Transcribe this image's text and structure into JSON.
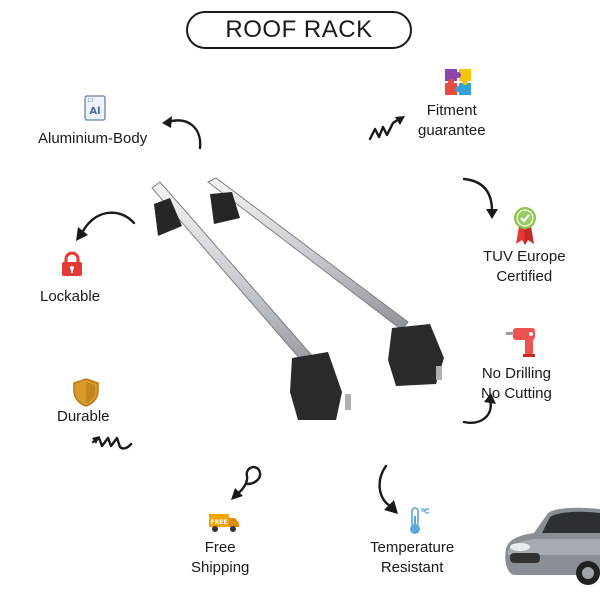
{
  "title": "ROOF RACK",
  "features": {
    "aluminium": "Aluminium-Body",
    "aluminium_icon_text": "Al",
    "aluminium_icon_num": "13",
    "lockable": "Lockable",
    "durable": "Durable",
    "fitment_line1": "Fitment",
    "fitment_line2": "guarantee",
    "tuv_line1": "TUV Europe",
    "tuv_line2": "Certified",
    "drilling_line1": "No Drilling",
    "drilling_line2": "No Cutting",
    "shipping_line1": "Free",
    "shipping_line2": "Shipping",
    "shipping_icon_text": "FREE",
    "temperature_line1": "Temperature",
    "temperature_line2": "Resistant"
  },
  "colors": {
    "lock": "#e53935",
    "shield": "#d99a2b",
    "badge": "#8bc34a",
    "drill": "#ef5350",
    "truck": "#f4a300",
    "thermometer": "#5aa9d6",
    "bar": "#c9ccd0"
  },
  "icons": [
    "aluminium-element-icon",
    "padlock-icon",
    "shield-icon",
    "puzzle-icon",
    "certified-badge-icon",
    "drill-icon",
    "truck-icon",
    "thermometer-icon"
  ]
}
